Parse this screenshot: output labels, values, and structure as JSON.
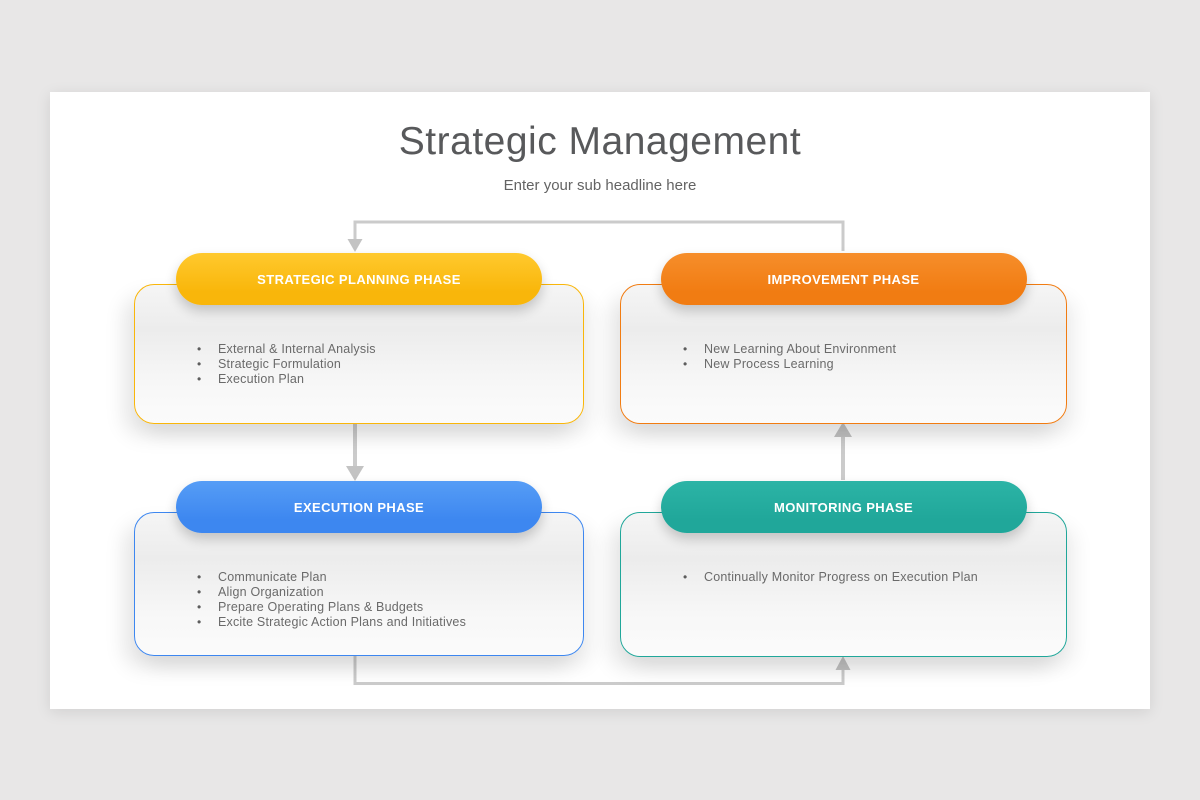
{
  "slide": {
    "title": "Strategic Management",
    "subtitle": "Enter your sub headline here"
  },
  "phases": [
    {
      "name": "strategic-planning",
      "label": "STRATEGIC PLANNING PHASE",
      "color": "#F9B60A",
      "color_light": "#FFC92E",
      "items": [
        "External & Internal Analysis",
        "Strategic Formulation",
        "Execution Plan"
      ]
    },
    {
      "name": "improvement",
      "label": "IMPROVEMENT PHASE",
      "color": "#F17C12",
      "color_light": "#F68E2B",
      "items": [
        "New Learning About Environment",
        "New Process Learning"
      ]
    },
    {
      "name": "execution",
      "label": "EXECUTION PHASE",
      "color": "#3D87F0",
      "color_light": "#569DF6",
      "items": [
        "Communicate Plan",
        "Align Organization",
        "Prepare Operating Plans & Budgets",
        "Excite Strategic Action Plans and Initiatives"
      ]
    },
    {
      "name": "monitoring",
      "label": "MONITORING PHASE",
      "color": "#20A79A",
      "color_light": "#2CB4A6",
      "items": [
        "Continually Monitor Progress on Execution Plan"
      ]
    }
  ],
  "colors": {
    "canvas_background": "#E8E7E7",
    "slide_background": "#FFFFFF",
    "connector_line": "#CBCBCB",
    "connector_arrow": "#C3C3C3",
    "title_text": "#58595B",
    "body_text": "#6A6A6A"
  },
  "bullet_glyph": "•"
}
